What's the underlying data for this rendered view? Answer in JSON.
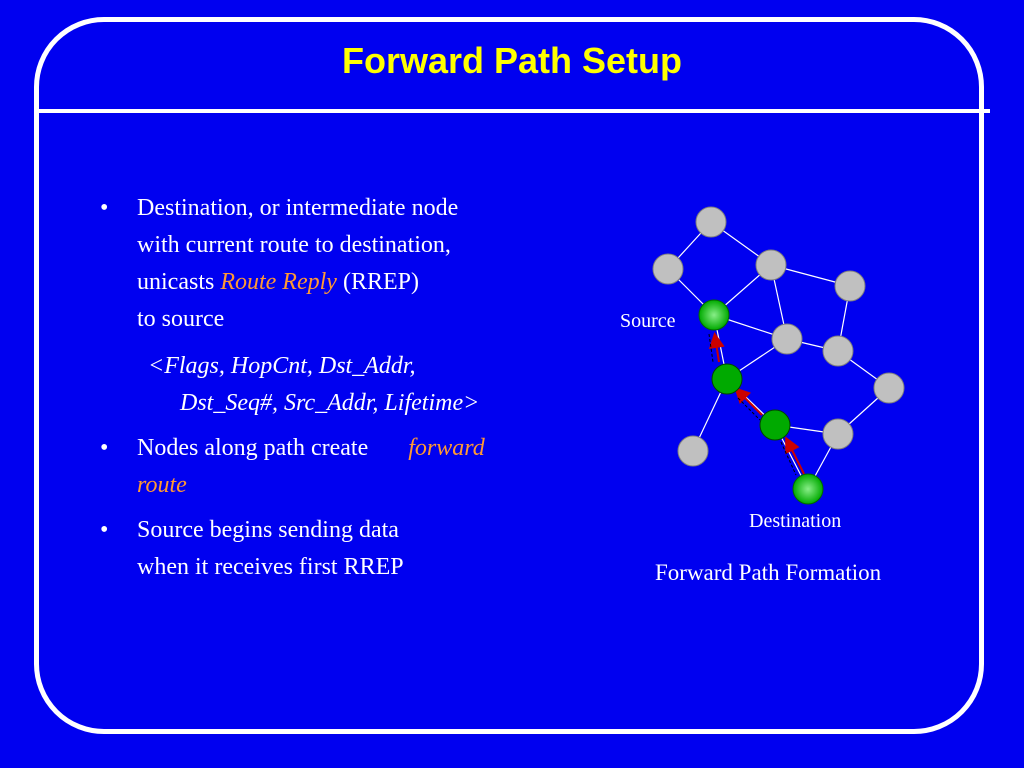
{
  "slide": {
    "title": "Forward Path Setup"
  },
  "bullets": [
    {
      "lines": [
        [
          {
            "text": "Destination, or intermediate node"
          }
        ],
        [
          {
            "text": "with current route to destination,"
          }
        ],
        [
          {
            "text": "unicasts "
          },
          {
            "text": "Route Reply",
            "style": "em"
          },
          {
            "text": " (RREP)"
          }
        ],
        [
          {
            "text": "to source"
          }
        ]
      ]
    },
    {
      "sub": true,
      "lines": [
        [
          {
            "text": "<Flags, HopCnt, Dst_Addr,",
            "style": "italic"
          }
        ],
        [
          {
            "text": "Dst_Seq#, Src_Addr, Lifetime>",
            "style": "italic"
          }
        ]
      ]
    },
    {
      "lines": [
        [
          {
            "text": "Nodes along path create"
          },
          {
            "text": "forward",
            "style": "em",
            "gap": true
          }
        ],
        [
          {
            "text": "route",
            "style": "em"
          }
        ]
      ]
    },
    {
      "lines": [
        [
          {
            "text": "Source begins sending data"
          }
        ],
        [
          {
            "text": "when it receives first RREP"
          }
        ]
      ]
    }
  ],
  "bullet_symbol": "•",
  "diagram": {
    "source_label": "Source",
    "destination_label": "Destination",
    "caption": "Forward Path Formation",
    "colors": {
      "background": "#0000f0",
      "border": "#ffffff",
      "title": "#ffff00",
      "emphasis": "#ff9933",
      "node_gray": "#c0c0c0",
      "node_green": "#00aa00",
      "edge": "#ffffff",
      "rrep_arrow": "#cc0000"
    }
  }
}
